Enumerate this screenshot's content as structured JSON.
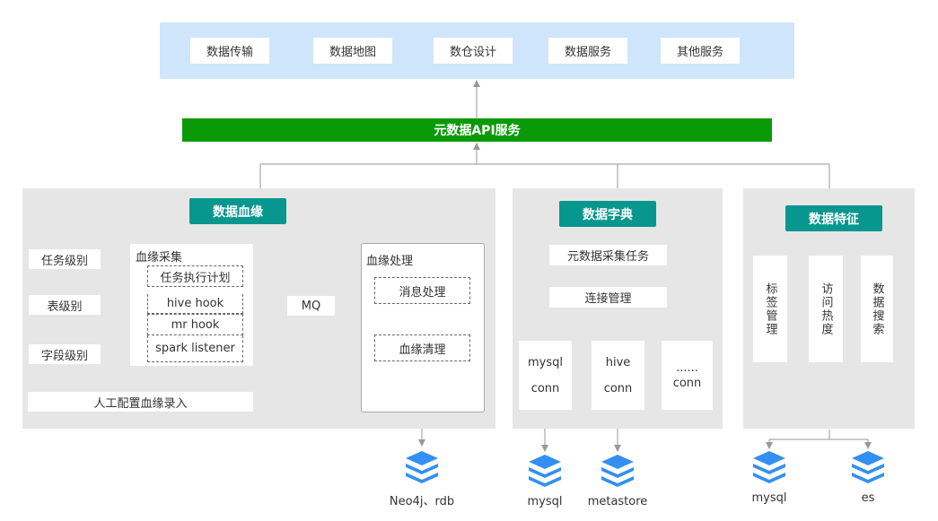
{
  "top_services": [
    "数据传输",
    "数据地图",
    "数仓设计",
    "数据服务",
    "其他服务"
  ],
  "api_bar": "元数据API服务",
  "lineage": {
    "title": "数据血缘",
    "levels": [
      "任务级别",
      "表级别",
      "字段级别"
    ],
    "collect_title": "血缘采集",
    "collect_items": [
      "任务执行计划",
      "hive hook",
      "mr hook",
      "spark listener"
    ],
    "mq": "MQ",
    "process_title": "血缘处理",
    "process_items": [
      "消息处理",
      "血缘清理"
    ],
    "manual": "人工配置血缘录入",
    "store": "Neo4j、rdb"
  },
  "dictionary": {
    "title": "数据字典",
    "task": "元数据采集任务",
    "conn_mgmt": "连接管理",
    "conns": [
      {
        "line1": "mysql",
        "line2": "conn"
      },
      {
        "line1": "hive",
        "line2": "conn"
      },
      {
        "line1": "......",
        "line2": "conn"
      }
    ],
    "stores": [
      "mysql",
      "metastore"
    ]
  },
  "features": {
    "title": "数据特征",
    "items": [
      "标签管理",
      "访问热度",
      "数据搜索"
    ],
    "stores": [
      "mysql",
      "es"
    ]
  },
  "colors": {
    "panel": "#e6e6e6",
    "top_panel": "#cfe5fb",
    "api_bar": "#0a9a08",
    "teal": "#07978f",
    "db_icon": "#3390f0"
  }
}
